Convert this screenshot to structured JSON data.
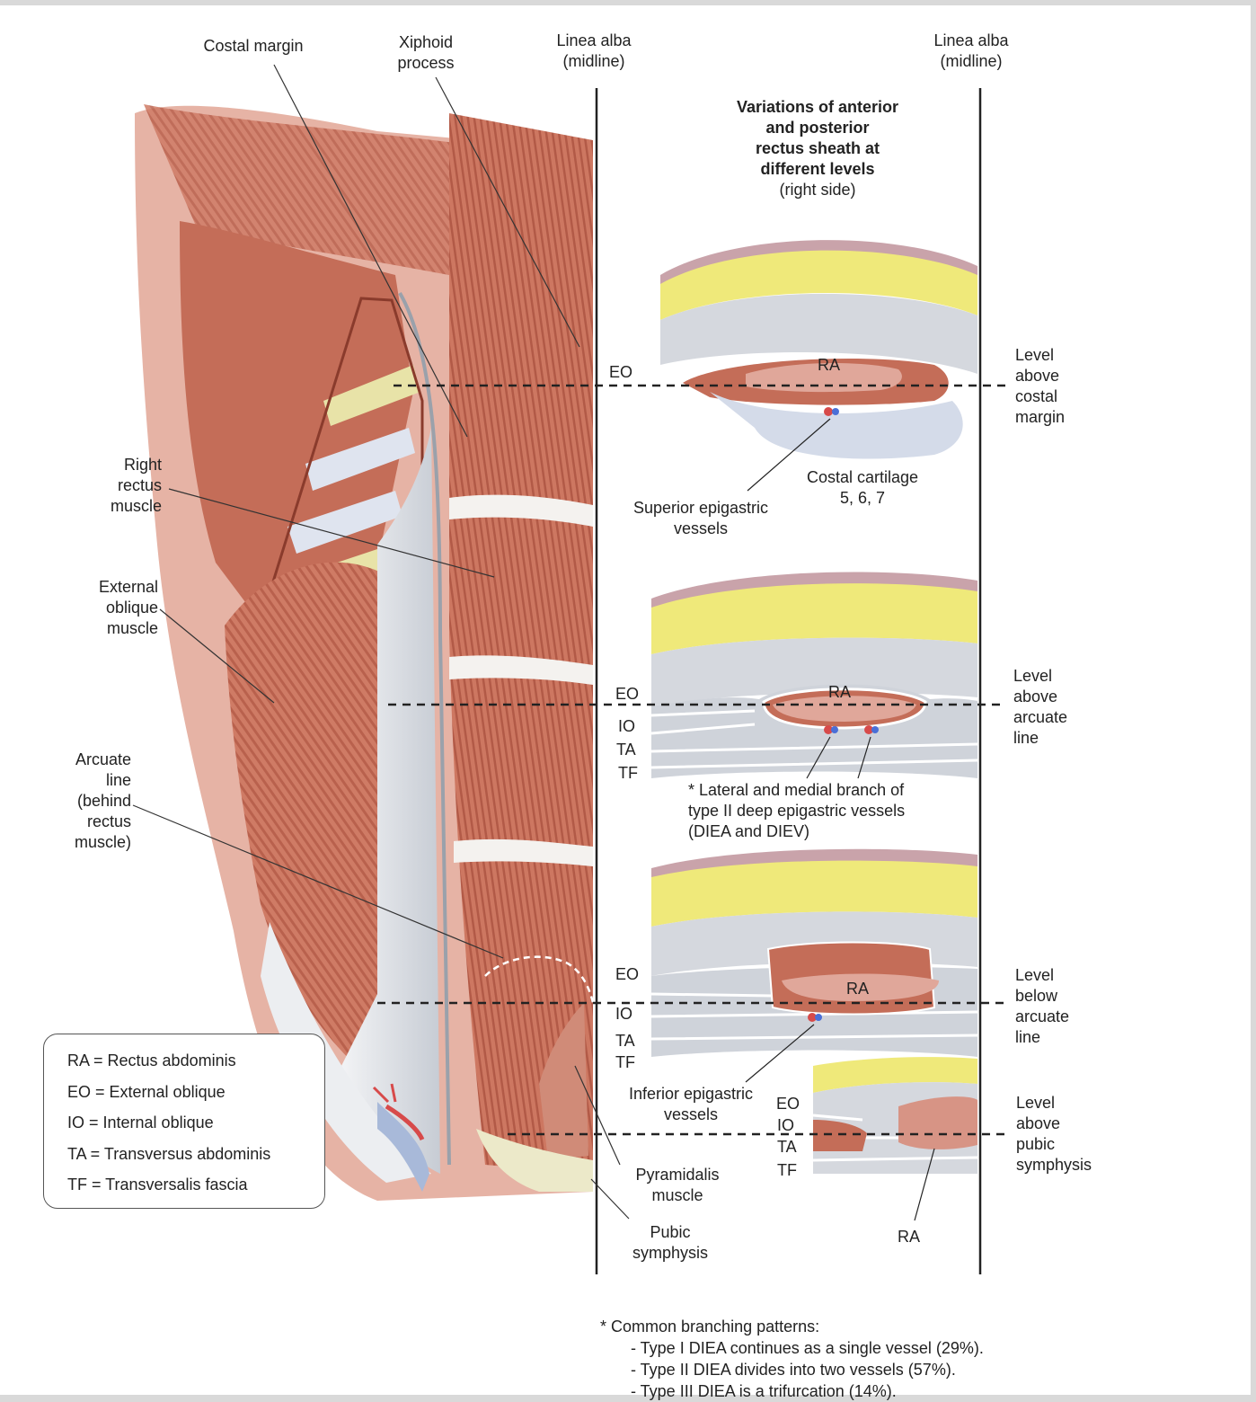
{
  "title": {
    "line1": "Variations of  anterior",
    "line2": "and posterior",
    "line3": "rectus sheath at",
    "line4": "different levels",
    "line5": "(right side)"
  },
  "labels": {
    "costal_margin": "Costal margin",
    "xiphoid_process": "Xiphoid\nprocess",
    "linea_alba_1": "Linea alba\n(midline)",
    "linea_alba_2": "Linea alba\n(midline)",
    "right_rectus_muscle": "Right\nrectus\nmuscle",
    "external_oblique_muscle": "External\noblique\nmuscle",
    "arcuate_line": "Arcuate\nline\n(behind\nrectus\nmuscle)",
    "level_above_costal_margin": "Level\nabove\ncostal\nmargin",
    "level_above_arcuate_line": "Level\nabove\narcuate\nline",
    "level_below_arcuate_line": "Level\nbelow\narcuate\nline",
    "level_above_pubic_symphysis": "Level\nabove\npubic\nsymphysis",
    "costal_cartilage": "Costal cartilage\n5, 6, 7",
    "superior_epigastric_vessels": "Superior epigastric\nvessels",
    "lateral_medial_branch": "*  Lateral and medial branch of\n   type II deep epigastric vessels\n   (DIEA and DIEV)",
    "inferior_epigastric_vessels": "Inferior epigastric\nvessels",
    "pyramidalis_muscle": "Pyramidalis\nmuscle",
    "pubic_symphysis": "Pubic\nsymphysis",
    "ra_bottom": "RA"
  },
  "section_abbr": {
    "s1": {
      "eo": "EO",
      "ra": "RA"
    },
    "s2": {
      "eo": "EO",
      "io": "IO",
      "ta": "TA",
      "tf": "TF",
      "ra": "RA"
    },
    "s3": {
      "eo": "EO",
      "io": "IO",
      "ta": "TA",
      "tf": "TF",
      "ra": "RA"
    },
    "s4": {
      "eo": "EO",
      "io": "IO",
      "ta": "TA",
      "tf": "TF"
    }
  },
  "legend": [
    "RA = Rectus abdominis",
    "EO = External oblique",
    "IO = Internal oblique",
    "TA = Transversus abdominis",
    "TF = Transversalis fascia"
  ],
  "footnote": {
    "heading": "*  Common branching patterns:",
    "items": [
      "- Type I DIEA continues as a single vessel (29%).",
      "- Type II DIEA divides into two vessels (57%).",
      "- Type III DIEA is a trifurcation (14%)."
    ]
  },
  "colors": {
    "muscle": "#c9735f",
    "muscle_light": "#e3a493",
    "fat": "#efe97a",
    "fascia": "#cfd3da",
    "skin": "#b9939c",
    "cartilage": "#d4dbe9"
  }
}
